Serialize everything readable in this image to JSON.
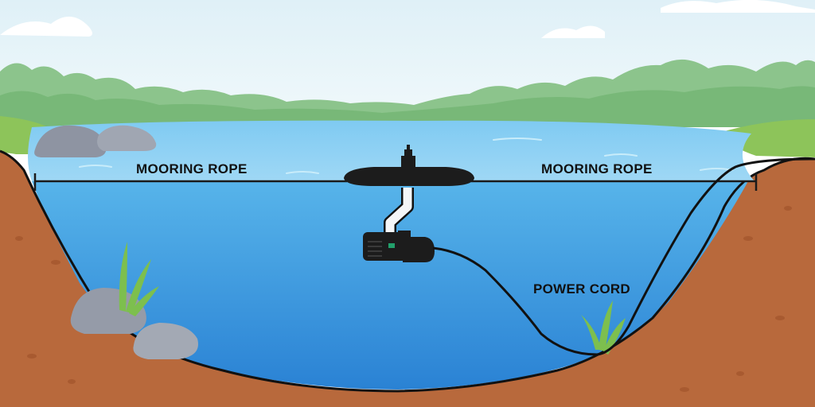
{
  "labels": {
    "mooring_left": "MOORING ROPE",
    "mooring_right": "MOORING ROPE",
    "power_cord": "POWER CORD"
  },
  "colors": {
    "sky": "#e8f4f8",
    "trees": "#8cc48c",
    "grass": "#8dc45a",
    "soil": "#b8693c",
    "water_surface": "#5ab8ec",
    "water_deep": "#2b86d8",
    "rope": "#1a1a1a",
    "equipment": "#1c1c1c",
    "rock": "#9aa0ad"
  },
  "icons": [
    "floating-aerator-icon",
    "pump-icon",
    "rock-icon",
    "aquatic-plant-icon",
    "rope-anchor-icon"
  ]
}
